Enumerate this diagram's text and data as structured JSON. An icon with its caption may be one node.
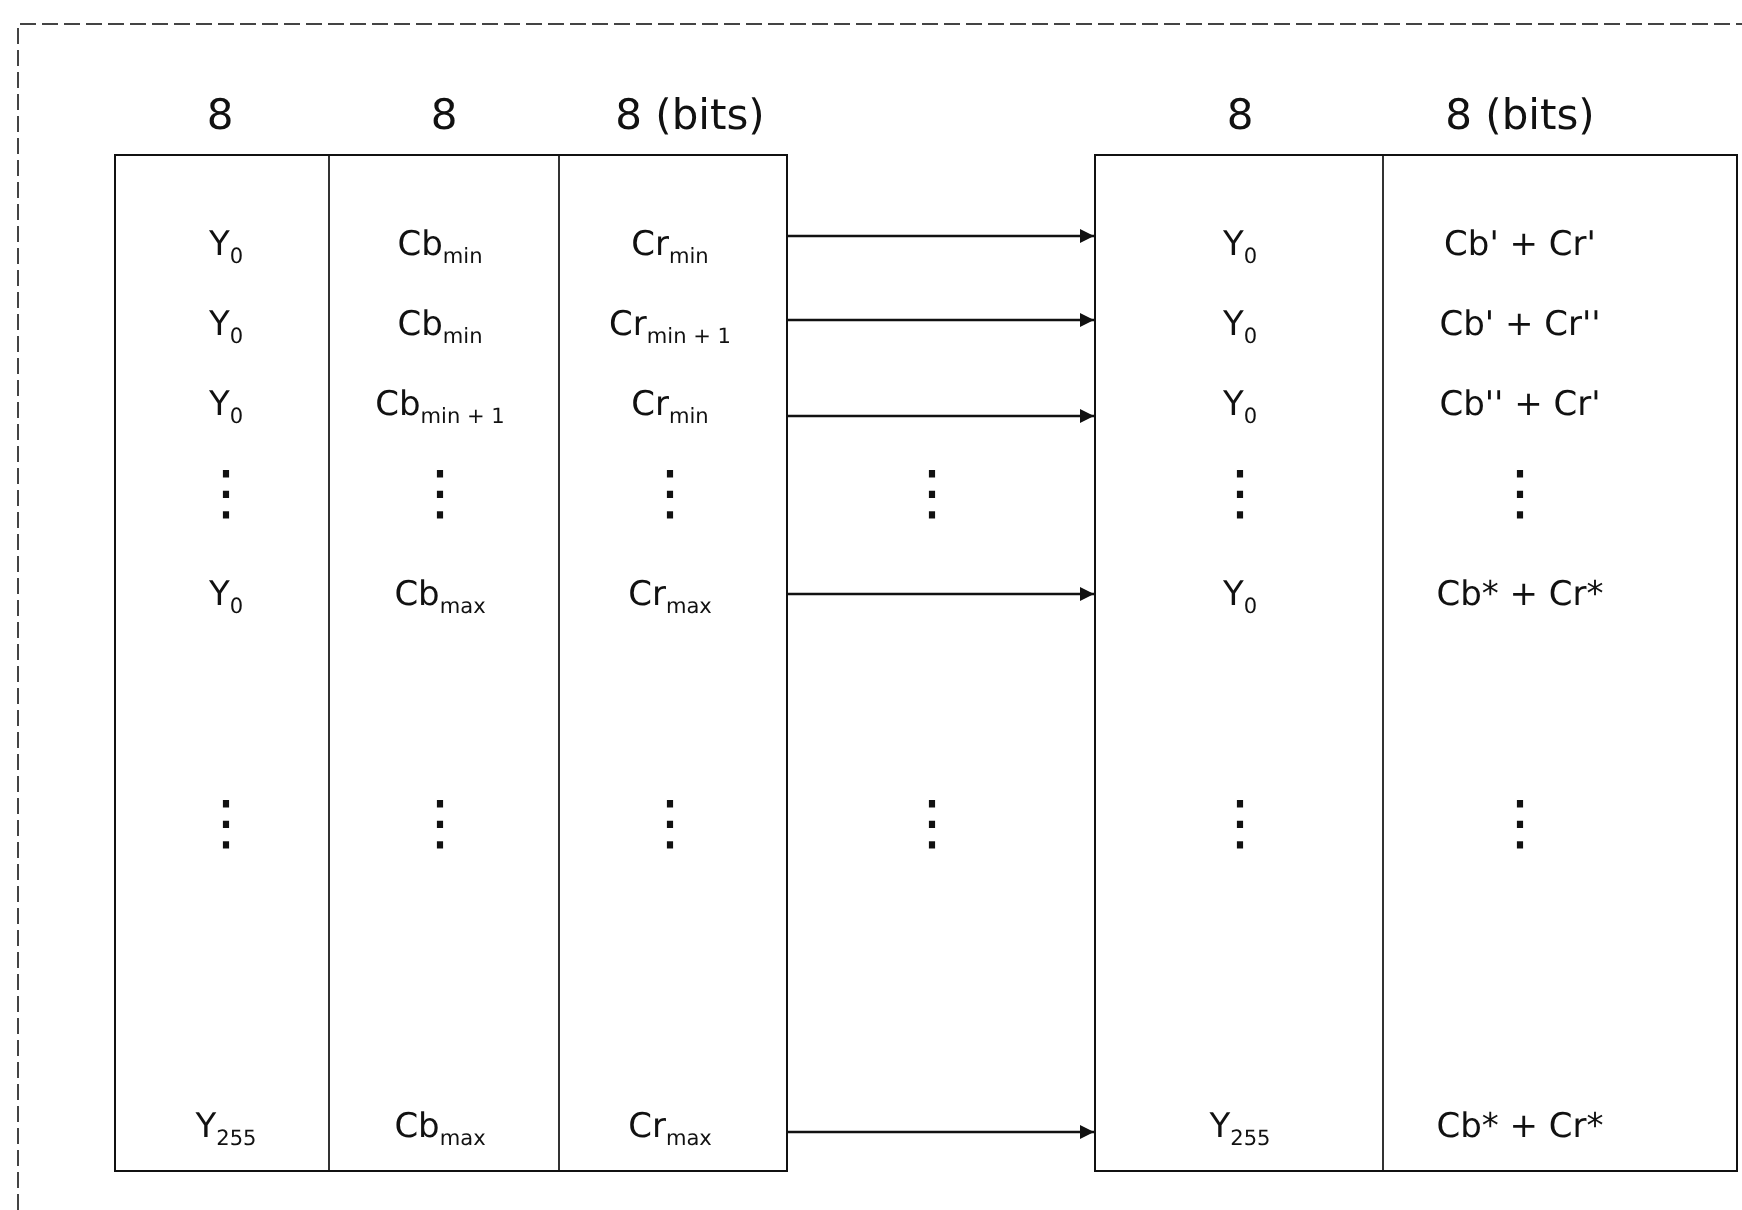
{
  "diagram": {
    "nodes": [
      {
        "text": [],
        "shape": "box"
      },
      {
        "text": [],
        "shape": "box"
      }
    ],
    "edges": [
      {
        "from": 0,
        "to": 1,
        "arrow": "to"
      },
      {
        "from": 0,
        "to": 1,
        "arrow": "to"
      },
      {
        "from": 0,
        "to": 1,
        "arrow": "to"
      },
      {
        "from": 0,
        "to": 1,
        "arrow": "to"
      },
      {
        "from": 0,
        "to": 1,
        "arrow": "to"
      }
    ],
    "labels": [
      "8",
      "8",
      "8 (bits)",
      "8",
      "8 (bits)",
      "Y$_{0}$",
      "Cb$_{min}$",
      "Cr$_{min}$",
      "Y$_{0}$",
      "Cb' + Cr'",
      "Y$_{0}$",
      "Cb$_{min}$",
      "Cr$_{min + 1}$",
      "Y$_{0}$",
      "Cb' + Cr''",
      "Y$_{0}$",
      "Cb$_{min + 1}$",
      "Cr$_{min}$",
      "Y$_{0}$",
      "Cb'' + Cr'",
      "⋮",
      "⋮",
      "⋮",
      "⋮",
      "⋮",
      "⋮",
      "Y$_{0}$",
      "Cb$_{max}$",
      "Cr$_{max}$",
      "Y$_{0}$",
      "Cb* + Cr*",
      "⋮",
      "⋮",
      "⋮",
      "⋮",
      "⋮",
      "⋮",
      "Y$_{255}$",
      "Cb$_{max}$",
      "Cr$_{max}$",
      "Y$_{255}$",
      "Cb* + Cr*"
    ]
  }
}
